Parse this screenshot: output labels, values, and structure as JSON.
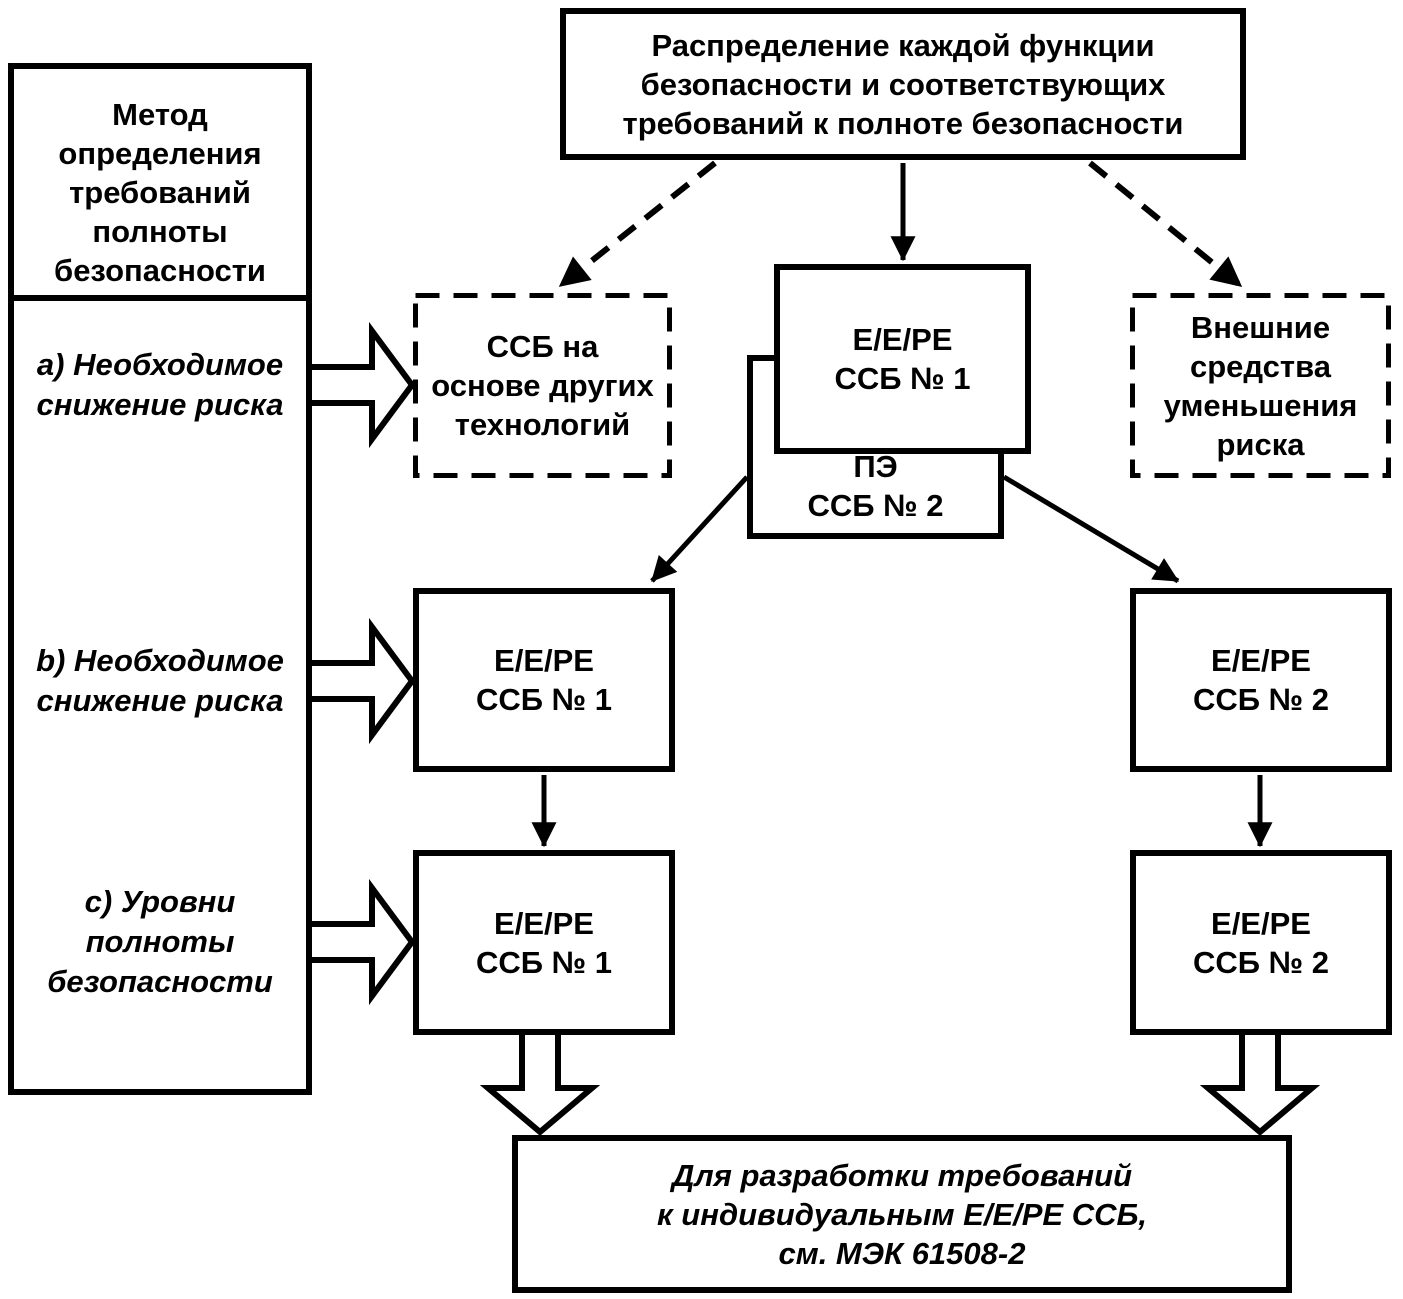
{
  "figure": {
    "top_box": "Распределение каждой функции\nбезопасности и соответствующих\nтребований к полноте безопасности",
    "method_panel": {
      "title": "Метод\nопределения\nтребований\nполноты\nбезопасности",
      "item_a": "a) Необходимое\nснижение риска",
      "item_b": "b) Необходимое\nснижение риска",
      "item_c": "c) Уровни\nполноты\nбезопасности"
    },
    "allocation_row": {
      "other_tech_box": "ССБ на\nоснове других\nтехнологий",
      "eepe_srs1_box": "Е/Е/РЕ\nССБ № 1",
      "pe_srs2_box": "ПЭ\nССБ № 2",
      "external_box": "Внешние\nсредства\nуменьшения\nриска"
    },
    "risk_reduction_row": {
      "left_box": "Е/Е/РЕ\nССБ № 1",
      "right_box": "Е/Е/РЕ\nССБ № 2"
    },
    "sil_row": {
      "left_box": "Е/Е/РЕ\nССБ № 1",
      "right_box": "Е/Е/РЕ\nССБ № 2"
    },
    "bottom_box": "Для разработки требований\nк индивидуальным Е/Е/РЕ ССБ,\nсм. МЭК 61508-2"
  },
  "colors": {
    "ink": "#000000",
    "background": "#ffffff"
  }
}
